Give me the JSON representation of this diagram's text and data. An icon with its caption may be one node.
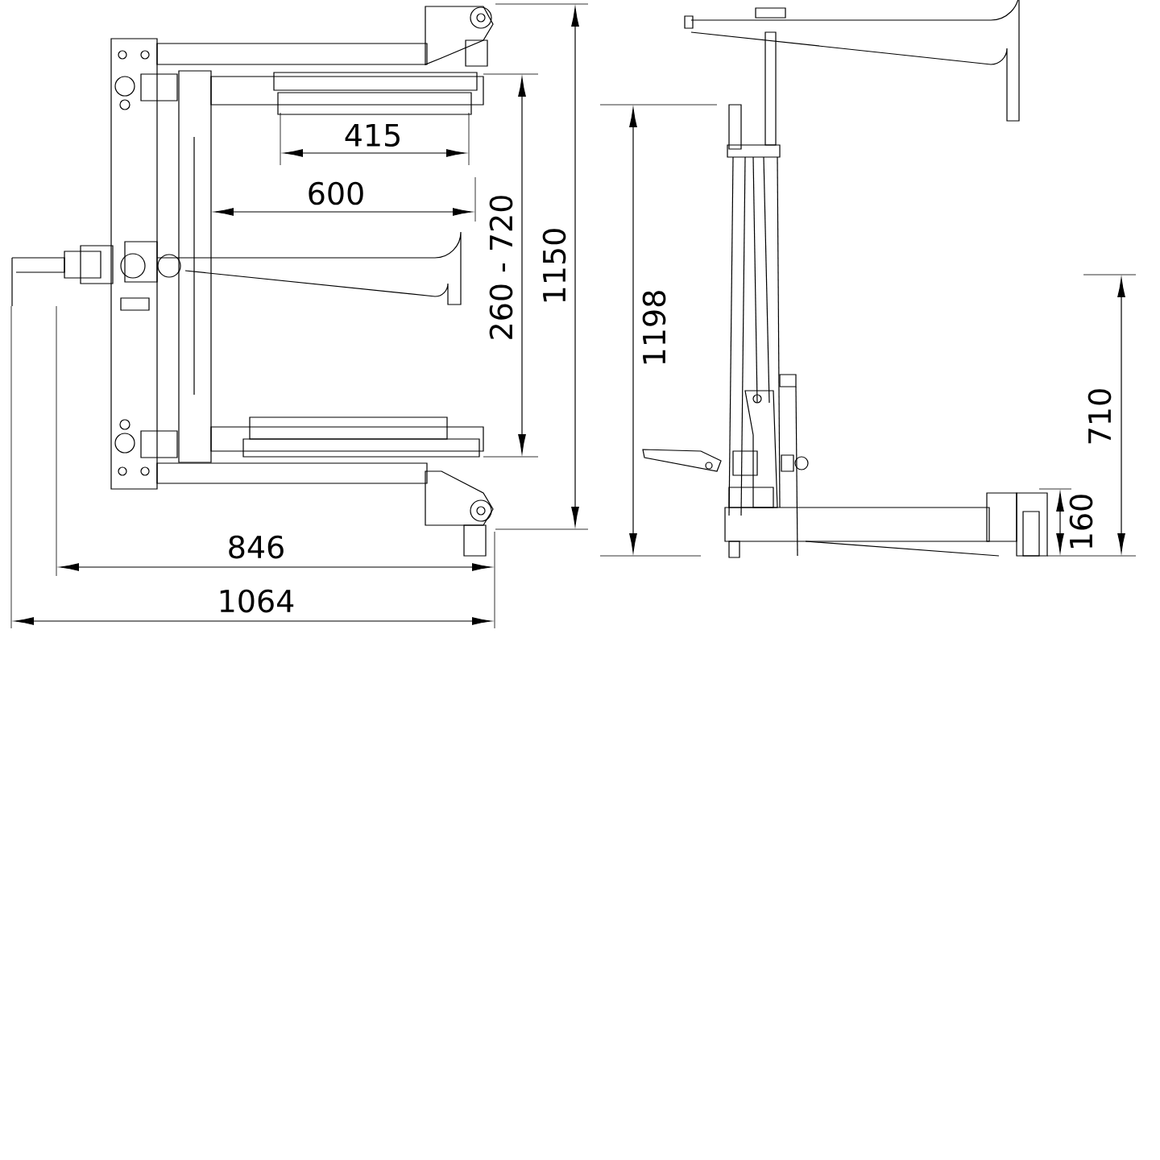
{
  "diagram": {
    "labels": [
      "415",
      "600",
      "260 - 720",
      "1150",
      "846",
      "1064",
      "1198",
      "710",
      "160"
    ]
  }
}
